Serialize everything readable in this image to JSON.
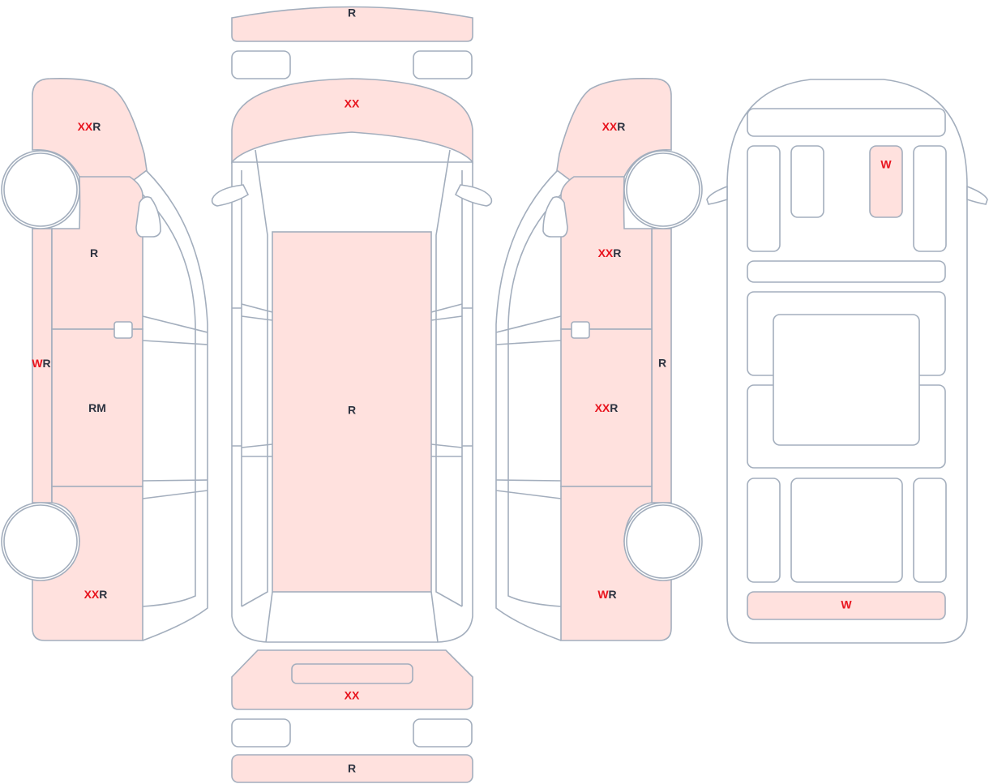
{
  "colors": {
    "damaged_fill": "#ffe1de",
    "outline": "#a3aebd",
    "code_red": "#e8141e",
    "code_dark": "#2d3340"
  },
  "left_side": {
    "front_fender": {
      "red": "XX",
      "dark": "R"
    },
    "front_door": {
      "red": "",
      "dark": "R"
    },
    "rocker": {
      "red": "W",
      "dark": "R"
    },
    "rear_door": {
      "red": "",
      "dark": "RM"
    },
    "rear_quarter": {
      "red": "XX",
      "dark": "R"
    }
  },
  "top_view": {
    "front_bumper": {
      "dark": "R"
    },
    "hood": {
      "red": "XX"
    },
    "roof": {
      "dark": "R"
    },
    "tailgate": {
      "red": "XX"
    },
    "rear_bumper": {
      "dark": "R"
    }
  },
  "right_side": {
    "front_fender": {
      "red": "XX",
      "dark": "R"
    },
    "front_door": {
      "red": "XX",
      "dark": "R"
    },
    "rocker": {
      "red": "",
      "dark": "R"
    },
    "rear_door": {
      "red": "XX",
      "dark": "R"
    },
    "rear_quarter": {
      "red": "W",
      "dark": "R"
    }
  },
  "interior": {
    "panel": {
      "red": "W"
    },
    "rear_bar": {
      "red": "W"
    }
  }
}
